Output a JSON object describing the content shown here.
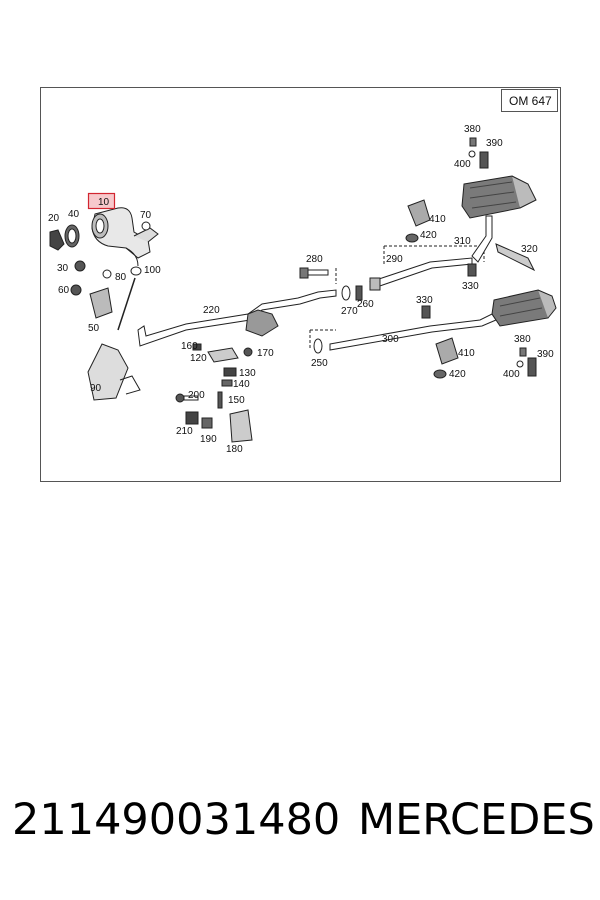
{
  "diagram": {
    "engine_code": "OM 647",
    "highlighted_part": "10",
    "callouts": [
      "10",
      "20",
      "30",
      "40",
      "50",
      "60",
      "70",
      "80",
      "90",
      "100",
      "120",
      "130",
      "140",
      "150",
      "160",
      "170",
      "180",
      "190",
      "200",
      "210",
      "220",
      "250",
      "260",
      "270",
      "280",
      "290",
      "300",
      "310",
      "320",
      "330",
      "380",
      "390",
      "400",
      "410",
      "420"
    ],
    "labels": {
      "p10": "10",
      "p20": "20",
      "p30": "30",
      "p40": "40",
      "p50": "50",
      "p60": "60",
      "p70": "70",
      "p80": "80",
      "p90": "90",
      "p100": "100",
      "p120": "120",
      "p130": "130",
      "p140": "140",
      "p150": "150",
      "p160": "160",
      "p170": "170",
      "p180": "180",
      "p190": "190",
      "p200": "200",
      "p210": "210",
      "p220": "220",
      "p250": "250",
      "p260": "260",
      "p270": "270",
      "p280": "280",
      "p290": "290",
      "p300": "300",
      "p310": "310",
      "p320": "320",
      "p330": "330",
      "p380": "380",
      "p390": "390",
      "p400": "400",
      "p410": "410",
      "p420": "420"
    }
  },
  "caption": {
    "part_number": "211490031480",
    "brand": "MERCEDES"
  },
  "colors": {
    "highlight": "#d22630",
    "highlight_fill": "#f7c9cc",
    "line": "#222222",
    "part_fill": "#8a8a8a"
  }
}
